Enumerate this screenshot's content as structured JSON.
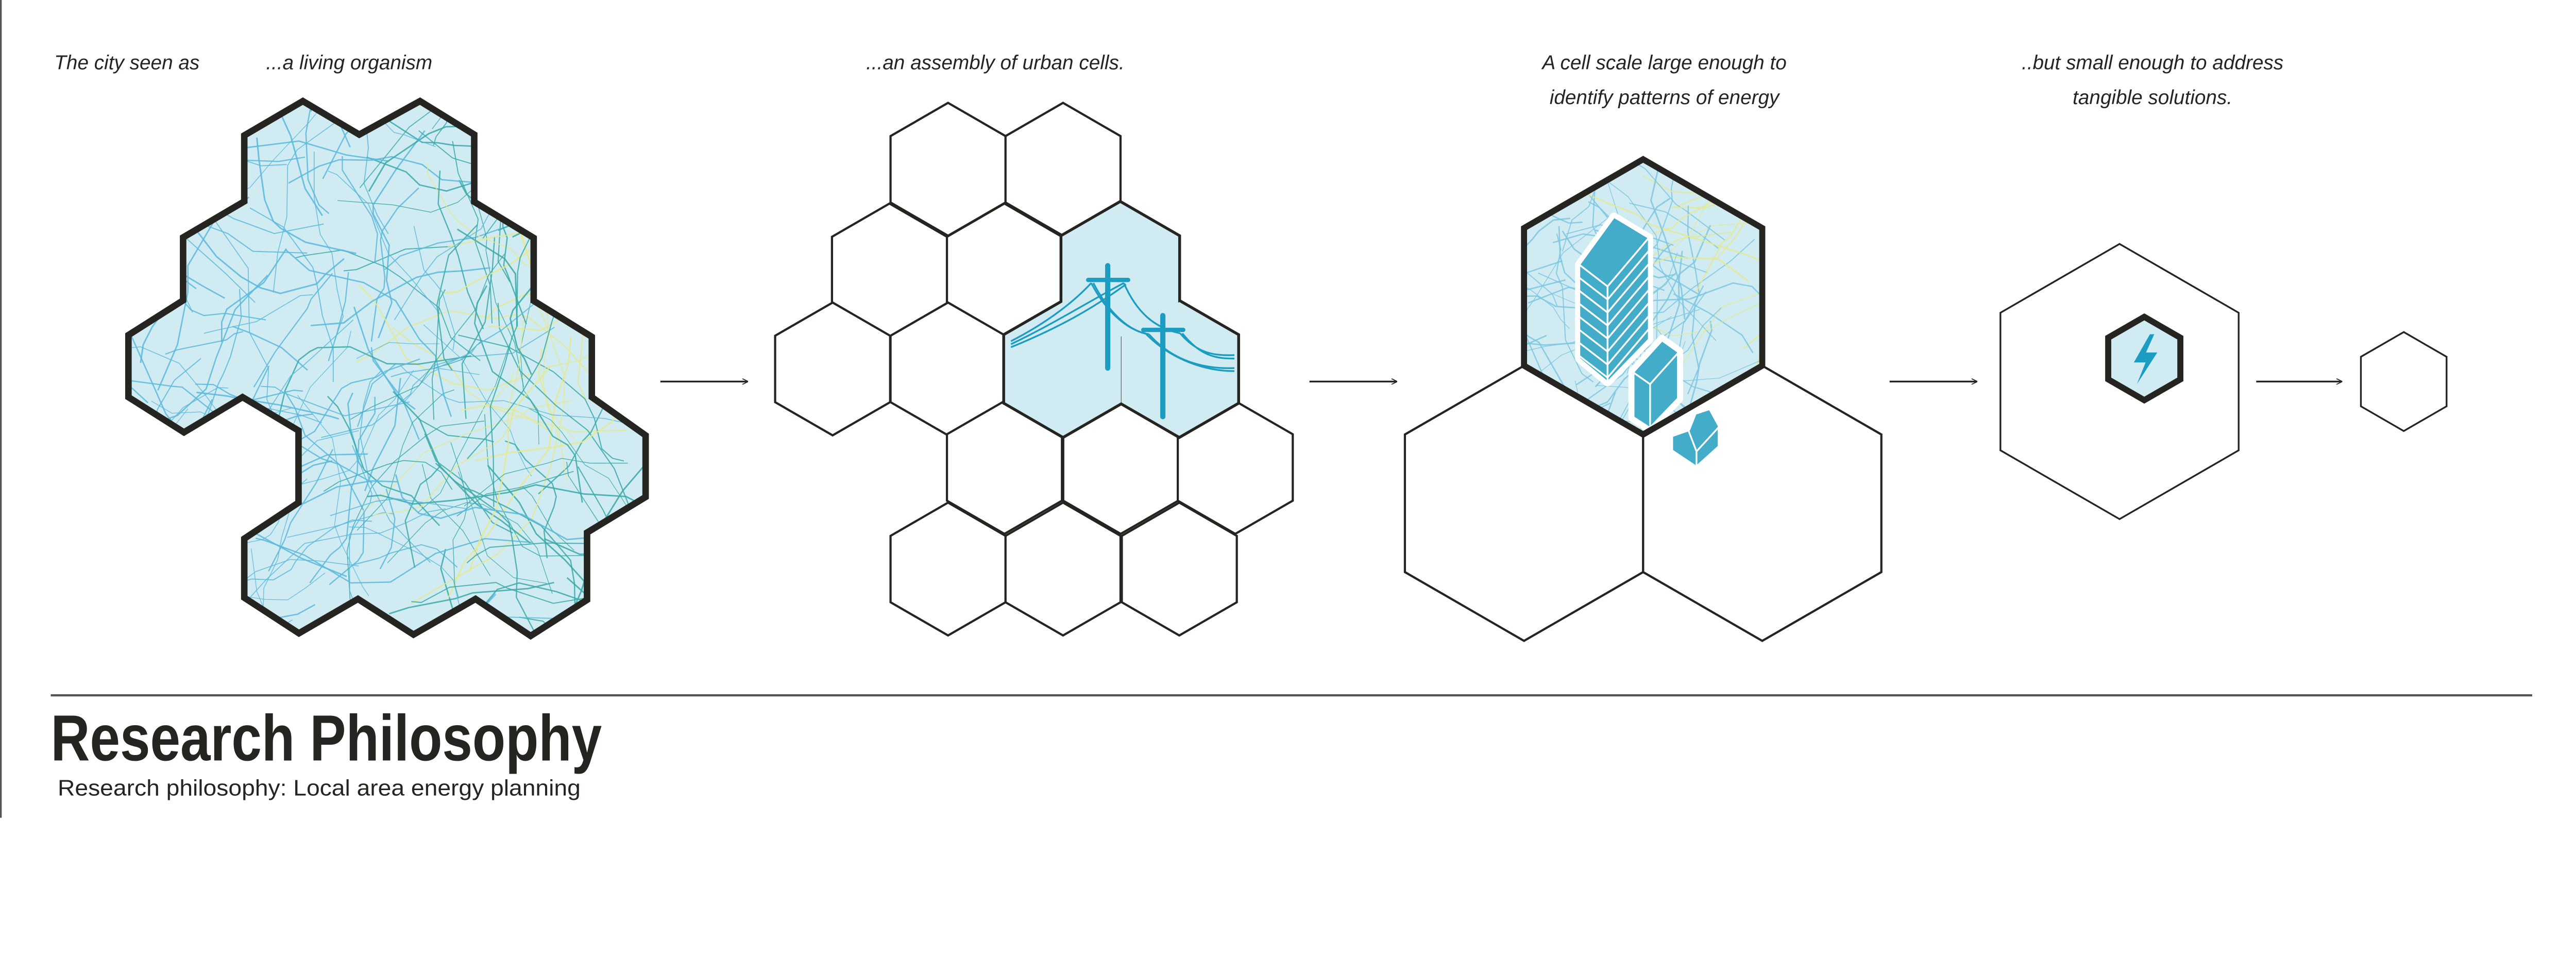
{
  "captions": {
    "panel1_lead": "The city seen as",
    "panel1": "...a living organism",
    "panel2": "...an assembly of urban cells.",
    "panel3_line1": "A cell scale large enough to",
    "panel3_line2": "identify patterns of energy",
    "panel4_line1": "..but small enough to address",
    "panel4_line2": "tangible solutions."
  },
  "footer": {
    "title": "Research Philosophy",
    "subtitle": "Research philosophy: Local area energy planning"
  },
  "colors": {
    "ink": "#252420",
    "cell_fill": "#d0ebf2",
    "accent": "#43adc9",
    "road": "#5ab8dc",
    "road_dense": "#e6e98a"
  }
}
